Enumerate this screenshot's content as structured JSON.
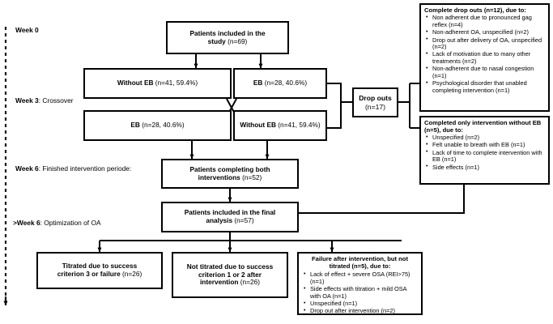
{
  "figure": {
    "type": "flowchart",
    "title": "Study participant flow diagram"
  },
  "timeline": {
    "axis_name": "dashed-downward-arrow",
    "labels": [
      {
        "bold": "Week 0",
        "rest": ""
      },
      {
        "bold": "Week 3",
        "rest": ": Crossover"
      },
      {
        "bold": "Week 6",
        "rest": ": Finished intervention periode:"
      },
      {
        "bold": ">Week 6",
        "rest": ": Optimization of OA"
      }
    ]
  },
  "nodes": {
    "enrolled": {
      "bold": "Patients included in the",
      "bold2": "study",
      "n": "(n=69)"
    },
    "arm_without_eb_top": {
      "bold": "Without EB",
      "n": "(n=41, 59.4%)"
    },
    "arm_eb_top": {
      "bold": "EB",
      "n": "(n=28, 40.6%)"
    },
    "arm_eb_bottom": {
      "bold": "EB",
      "n": "(n=28, 40.6%)"
    },
    "arm_without_eb_bottom": {
      "bold": "Without EB",
      "n": "(n=41, 59.4%)"
    },
    "completing_both": {
      "bold": "Patients completing both",
      "bold2": "interventions",
      "n": "(n=52)"
    },
    "final_analysis": {
      "bold": "Patients included in the final",
      "bold2": "analysis",
      "n": "(n=57)"
    },
    "titrated": {
      "bold": "Titrated due to success",
      "bold2": "criterion 3 or failure",
      "n": "(n=26)"
    },
    "not_titrated": {
      "bold": "Not titrated due to success",
      "bold2": "criterion 1 or 2 after",
      "bold3": "intervention",
      "n": "(n=26)"
    },
    "dropouts": {
      "bold": "Drop outs",
      "n": "(n=17)"
    }
  },
  "detail_boxes": {
    "complete_dropouts": {
      "header": "Complete drop outs (n=12), due to:",
      "items": [
        "Non adherent due to pronounced gag reflex (n=4)",
        "Non-adherent OA, unspecified (n=2)",
        "Drop out after delivery of OA, unspecified (n=2)",
        "Lack of motivation due to many other treatments (n=2)",
        "Non-adherent due to nasal congestion (n=1)",
        "Psychological disorder that unabled completing intervention (n=1)"
      ]
    },
    "completed_only_without_eb": {
      "header": "Completed only intervention without EB (n=5), due to:",
      "items": [
        "Unspecified (n=2)",
        "Felt unable to breath with EB (n=1)",
        "Lack of time to complete intervention with EB (n=1)",
        "Side effects (n=1)"
      ]
    },
    "failure_after_intervention": {
      "header": "Failure after intervention, but not titrated (n=5), due to:",
      "items": [
        "Lack of effect + severe OSA (REI>75) (n=1)",
        "Side effects with titration + mild OSA with OA (n=1)",
        "Unspecified (n=1)",
        "Drop out after intervention (n=2)"
      ]
    }
  },
  "colors": {
    "stroke": "#000000",
    "background": "#ffffff"
  }
}
